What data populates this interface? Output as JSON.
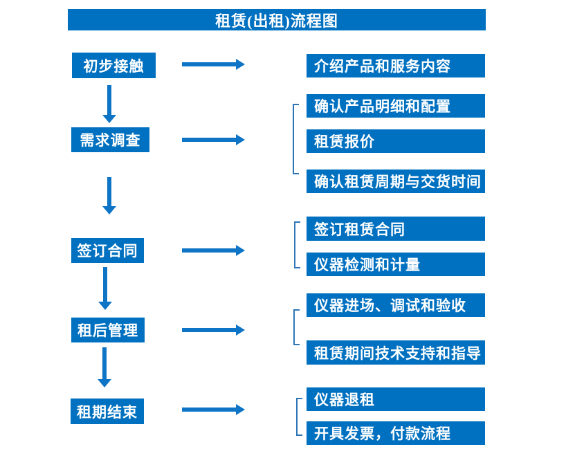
{
  "title": "租赁(出租)流程图",
  "colors": {
    "box_blue": "#0070C0",
    "arrow_blue": "#0E74C6",
    "bracket_blue": "#2E75B6",
    "text_white": "#FFFFFF",
    "bg": "#FFFFFF"
  },
  "flow": {
    "steps": [
      {
        "label": "初步接触",
        "outputs": [
          "介绍产品和服务内容"
        ]
      },
      {
        "label": "需求调查",
        "outputs": [
          "确认产品明细和配置",
          "租赁报价",
          "确认租赁周期与交货时间"
        ]
      },
      {
        "label": "签订合同",
        "outputs": [
          "签订租赁合同",
          "仪器检测和计量"
        ]
      },
      {
        "label": "租后管理",
        "outputs": [
          "仪器进场、调试和验收",
          "租赁期间技术支持和指导"
        ]
      },
      {
        "label": "租期结束",
        "outputs": [
          "仪器退租",
          "开具发票，付款流程"
        ]
      }
    ]
  }
}
